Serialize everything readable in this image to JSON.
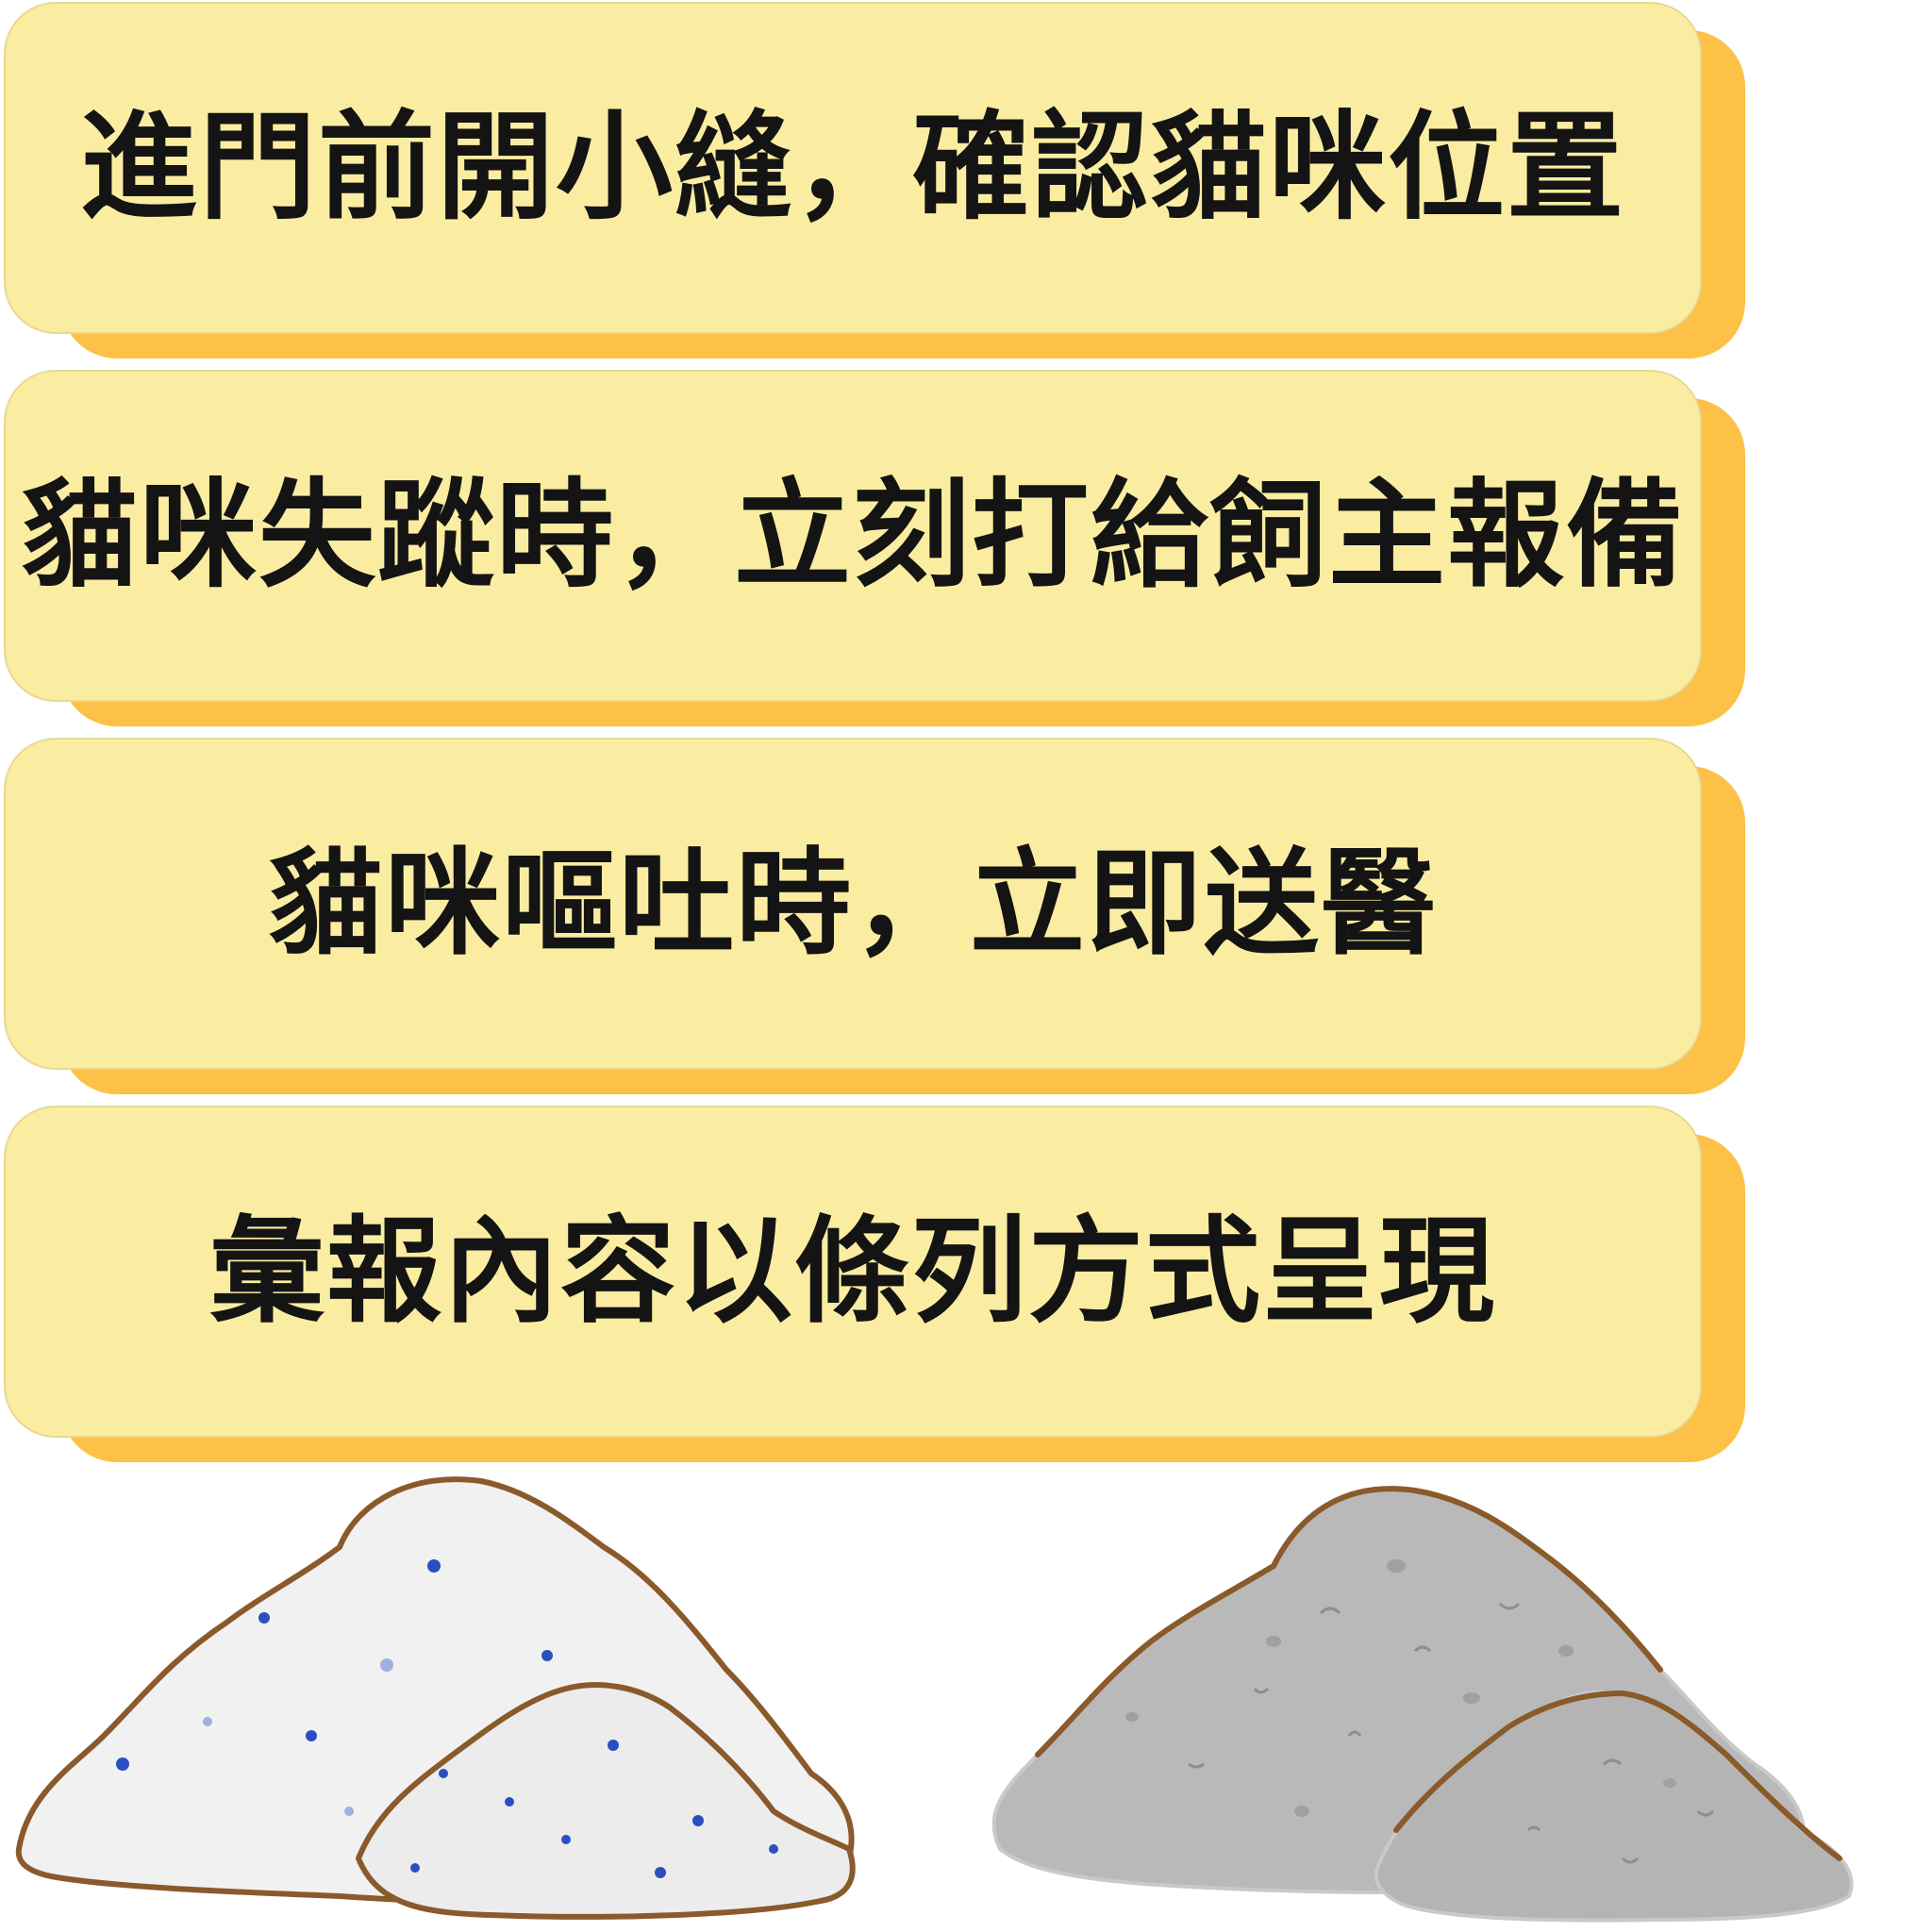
{
  "cards": [
    {
      "text": "進門前開小縫，確認貓咪位置"
    },
    {
      "text": "貓咪失蹤時，立刻打給飼主報備"
    },
    {
      "text": "貓咪嘔吐時，立即送醫"
    },
    {
      "text": "彙報內容以條列方式呈現"
    }
  ],
  "colors": {
    "card_face": "#faeda2",
    "card_shadow": "#fcc146",
    "outline": "#8a5a2b",
    "white_pile": "#f0f0f0",
    "gray_pile": "#b8b8b8",
    "blue_dots": "#2a4fc0"
  },
  "illustrations": [
    "white-litter-pile-icon",
    "gray-litter-pile-icon"
  ]
}
